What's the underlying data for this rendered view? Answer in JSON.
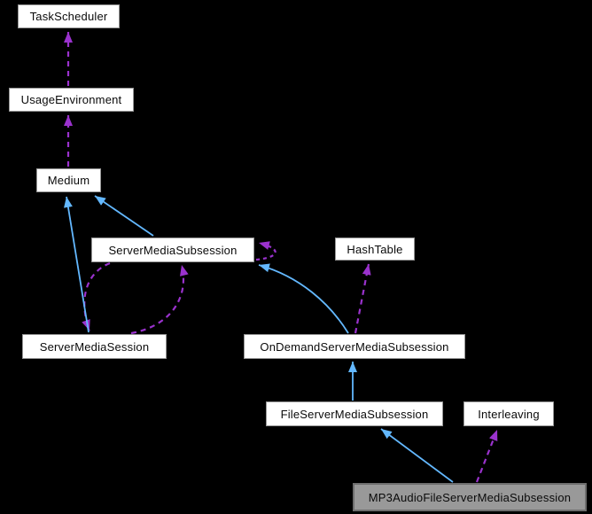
{
  "diagram": {
    "kind": "class-collaboration-graph",
    "background_color": "#000000",
    "colors": {
      "node_fill": "#ffffff",
      "node_border": "#969696",
      "node_text": "#0a0a0a",
      "highlight_node_fill": "#999999",
      "highlight_node_border": "#6e6e6e",
      "inheritance_edge": "#63b8ff",
      "usage_edge": "#9a32cd"
    },
    "nodes": {
      "taskscheduler": {
        "label": "TaskScheduler"
      },
      "usageenvironment": {
        "label": "UsageEnvironment"
      },
      "medium": {
        "label": "Medium"
      },
      "servermediasubsession": {
        "label": "ServerMediaSubsession"
      },
      "hashtable": {
        "label": "HashTable"
      },
      "servermediasession": {
        "label": "ServerMediaSession"
      },
      "ondemandservermediasubsession": {
        "label": "OnDemandServerMediaSubsession"
      },
      "fileservermediasubsession": {
        "label": "FileServerMediaSubsession"
      },
      "interleaving": {
        "label": "Interleaving"
      },
      "mp3audiofileservermediasubsession": {
        "label": "MP3AudioFileServerMediaSubsession",
        "highlighted": true
      }
    },
    "edges": [
      {
        "from": "usageenvironment",
        "to": "taskscheduler",
        "kind": "usage",
        "style": "dashed"
      },
      {
        "from": "medium",
        "to": "usageenvironment",
        "kind": "usage",
        "style": "dashed"
      },
      {
        "from": "servermediasession",
        "to": "medium",
        "kind": "inheritance",
        "style": "solid"
      },
      {
        "from": "servermediasubsession",
        "to": "medium",
        "kind": "inheritance",
        "style": "solid"
      },
      {
        "from": "servermediasubsession",
        "to": "servermediasession",
        "kind": "usage",
        "style": "dashed"
      },
      {
        "from": "servermediasession",
        "to": "servermediasubsession",
        "kind": "usage",
        "style": "dashed"
      },
      {
        "from": "servermediasubsession",
        "to": "servermediasubsession",
        "kind": "usage-self-loop",
        "style": "dashed"
      },
      {
        "from": "ondemandservermediasubsession",
        "to": "servermediasubsession",
        "kind": "inheritance",
        "style": "solid"
      },
      {
        "from": "ondemandservermediasubsession",
        "to": "hashtable",
        "kind": "usage",
        "style": "dashed"
      },
      {
        "from": "fileservermediasubsession",
        "to": "ondemandservermediasubsession",
        "kind": "inheritance",
        "style": "solid"
      },
      {
        "from": "mp3audiofileservermediasubsession",
        "to": "fileservermediasubsession",
        "kind": "inheritance",
        "style": "solid"
      },
      {
        "from": "mp3audiofileservermediasubsession",
        "to": "interleaving",
        "kind": "usage",
        "style": "dashed"
      }
    ]
  }
}
